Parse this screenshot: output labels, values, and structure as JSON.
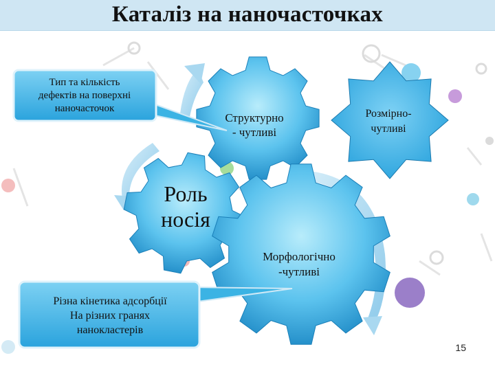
{
  "slide": {
    "title": "Каталіз на наночасточках",
    "number": "15"
  },
  "gears": {
    "top": [
      "Структурно",
      "- чутливі"
    ],
    "left": [
      "Роль",
      "носія"
    ],
    "main": [
      "Морфологічно",
      "-чутливі"
    ]
  },
  "star": [
    "Розмірно-",
    "чутливі"
  ],
  "callouts": {
    "defects": [
      "Тип та кількість",
      "дефектів на поверхні",
      "наночасточок"
    ],
    "kinetics": [
      "Різна кінетика адсорбції",
      "На різних гранях",
      "нанокластерів"
    ]
  },
  "colors": {
    "title_bar": "#cfe6f3",
    "gear_light": "#8ed7f4",
    "gear_dark": "#1e8bc6",
    "callout_fill": "#3bb3e4",
    "arrow": "#a9d8f0"
  }
}
